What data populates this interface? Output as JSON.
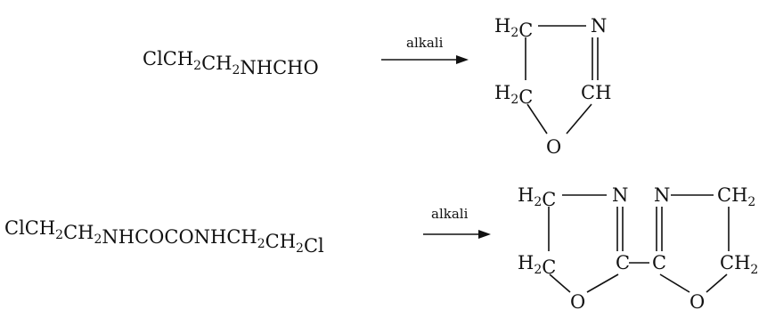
{
  "reactions": [
    {
      "reactant": {
        "parts": [
          {
            "t": "ClCH"
          },
          {
            "t": "2",
            "sub": true
          },
          {
            "t": "CH"
          },
          {
            "t": "2",
            "sub": true
          },
          {
            "t": "NHCHO"
          }
        ]
      },
      "condition": "alkali",
      "product": {
        "atoms": {
          "c_top": [
            {
              "t": "H"
            },
            {
              "t": "2",
              "sub": true
            },
            {
              "t": "C"
            }
          ],
          "n": [
            {
              "t": "N"
            }
          ],
          "c_bottom": [
            {
              "t": "H"
            },
            {
              "t": "2",
              "sub": true
            },
            {
              "t": "C"
            }
          ],
          "ch": [
            {
              "t": "CH"
            }
          ],
          "o": [
            {
              "t": "O"
            }
          ]
        }
      }
    },
    {
      "reactant": {
        "parts": [
          {
            "t": "ClCH"
          },
          {
            "t": "2",
            "sub": true
          },
          {
            "t": "CH"
          },
          {
            "t": "2",
            "sub": true
          },
          {
            "t": "NHCOCONHCH"
          },
          {
            "t": "2",
            "sub": true
          },
          {
            "t": "CH"
          },
          {
            "t": "2",
            "sub": true
          },
          {
            "t": "Cl"
          }
        ]
      },
      "condition": "alkali",
      "product": {
        "atoms": {
          "l_c_top": [
            {
              "t": "H"
            },
            {
              "t": "2",
              "sub": true
            },
            {
              "t": "C"
            }
          ],
          "l_n": [
            {
              "t": "N"
            }
          ],
          "l_c_bottom": [
            {
              "t": "H"
            },
            {
              "t": "2",
              "sub": true
            },
            {
              "t": "C"
            }
          ],
          "l_c2": [
            {
              "t": "C"
            }
          ],
          "l_o": [
            {
              "t": "O"
            }
          ],
          "r_n": [
            {
              "t": "N"
            }
          ],
          "r_c_top": [
            {
              "t": "CH"
            },
            {
              "t": "2",
              "sub": true
            }
          ],
          "r_c2": [
            {
              "t": "C"
            }
          ],
          "r_c_bottom": [
            {
              "t": "CH"
            },
            {
              "t": "2",
              "sub": true
            }
          ],
          "r_o": [
            {
              "t": "O"
            }
          ]
        }
      }
    }
  ]
}
